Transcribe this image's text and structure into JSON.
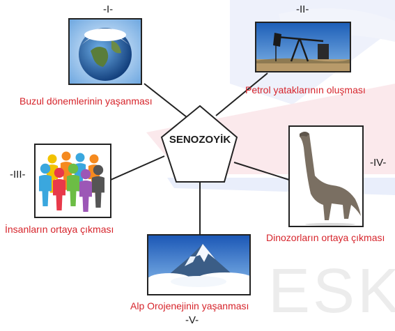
{
  "center": {
    "label": "SENOZOYİK"
  },
  "items": [
    {
      "numeral": "-I-",
      "caption": "Buzul dönemlerinin yaşanması",
      "icon": "earth-globe-icon"
    },
    {
      "numeral": "-II-",
      "caption": "Petrol yataklarının oluşması",
      "icon": "oil-pump-icon"
    },
    {
      "numeral": "-III-",
      "caption": "İnsanların ortaya çıkması",
      "icon": "people-group-icon"
    },
    {
      "numeral": "-IV-",
      "caption": "Dinozorların ortaya çıkması",
      "icon": "dinosaur-icon"
    },
    {
      "numeral": "-V-",
      "caption": "Alp Orojenejinin yaşanması",
      "icon": "mountain-icon"
    }
  ],
  "watermark": {
    "text": "ESKİŞ"
  },
  "colors": {
    "caption": "#d6242b",
    "line": "#222222",
    "accent_red": "#e8394a",
    "accent_blue": "#3b62c4"
  }
}
